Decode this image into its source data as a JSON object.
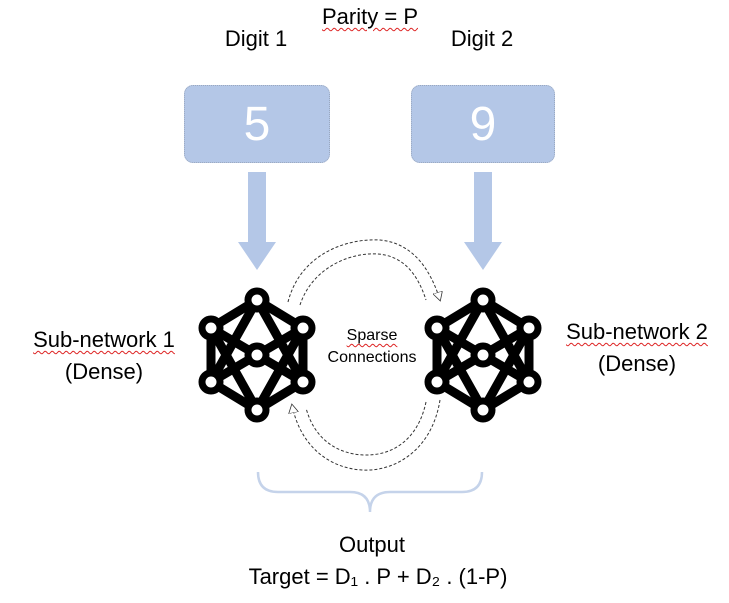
{
  "parity_label": "Parity = P",
  "digit1": {
    "label": "Digit 1",
    "value": "5"
  },
  "digit2": {
    "label": "Digit 2",
    "value": "9"
  },
  "subnet1": {
    "name": "Sub-network 1",
    "type": "(Dense)"
  },
  "subnet2": {
    "name": "Sub-network 2",
    "type": "(Dense)"
  },
  "connections": {
    "line1": "Sparse",
    "line2": "Connections"
  },
  "output": {
    "label": "Output",
    "target": "Target = D₁ . P + D₂ . (1-P)"
  },
  "colors": {
    "box_fill": "#b4c7e7",
    "arrow_fill": "#b4c7e7",
    "brace": "#c5d3ea",
    "network_icon": "#000000",
    "squiggle": "#dd2222"
  },
  "icons": [
    "neural-network-icon",
    "down-arrow-icon",
    "curved-arrow-icon",
    "brace-icon"
  ]
}
